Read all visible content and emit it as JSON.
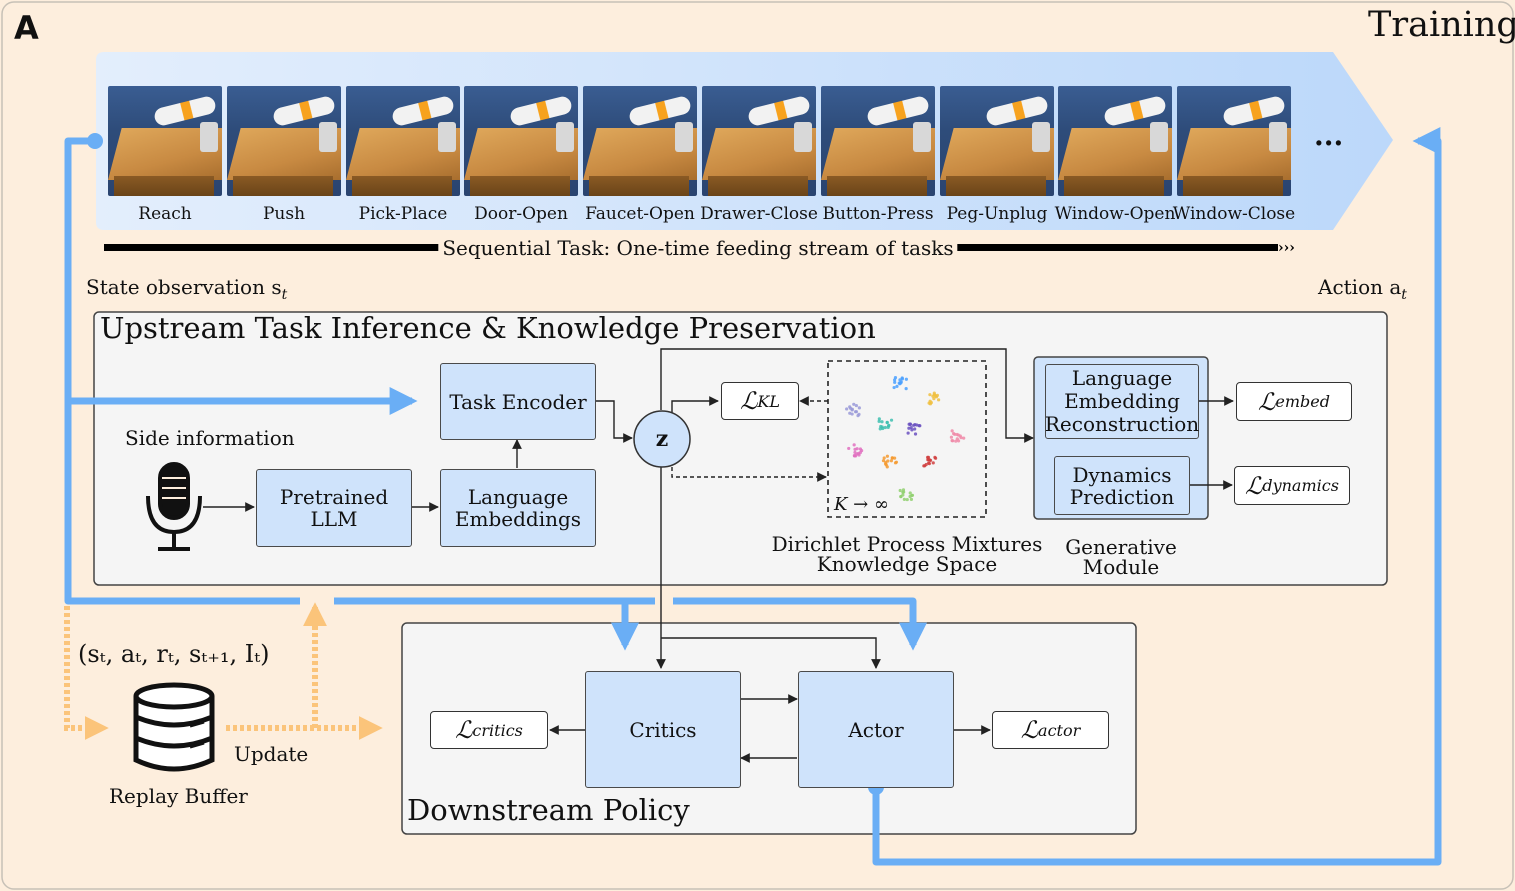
{
  "panel_letter": "A",
  "mode_label": "Training",
  "tasks": [
    "Reach",
    "Push",
    "Pick-Place",
    "Door-Open",
    "Faucet-Open",
    "Drawer-Close",
    "Button-Press",
    "Peg-Unplug",
    "Window-Open",
    "Window-Close"
  ],
  "ellipsis": "...",
  "sequence_label": "Sequential Task: One-time feeding stream of tasks",
  "state_obs": "State observation s",
  "state_sub": "t",
  "action_label": "Action a",
  "action_sub": "t",
  "upstream_title": "Upstream Task Inference & Knowledge Preservation",
  "side_info": "Side information",
  "llm": [
    "Pretrained",
    "LLM"
  ],
  "lang_emb": [
    "Language",
    "Embeddings"
  ],
  "task_encoder": "Task Encoder",
  "z_symbol": "z",
  "loss_kl": {
    "main": "ℒ",
    "sub": "KL"
  },
  "k_limit": "K → ∞",
  "dp_label": [
    "Dirichlet Process Mixtures",
    "Knowledge Space"
  ],
  "lang_recon": [
    "Language",
    "Embedding",
    "Reconstruction"
  ],
  "dyn_pred": [
    "Dynamics",
    "Prediction"
  ],
  "gen_module": [
    "Generative",
    "Module"
  ],
  "loss_embed": {
    "main": "ℒ",
    "sub": "embed"
  },
  "loss_dyn": {
    "main": "ℒ",
    "sub": "dynamics"
  },
  "transition": "(sₜ, aₜ, rₜ, sₜ₊₁, Iₜ)",
  "update": "Update",
  "replay": "Replay Buffer",
  "downstream_title": "Downstream Policy",
  "critics": "Critics",
  "actor": "Actor",
  "loss_critics": {
    "main": "ℒ",
    "sub": "critics"
  },
  "loss_actor": {
    "main": "ℒ",
    "sub": "actor"
  },
  "colors": {
    "blue_arrow": "#6aaef5",
    "orange_arrow": "#fbc47a",
    "box_fill": "#cfe3fb",
    "bg": "#fdeedd"
  },
  "scatter_colors": [
    "#4aa0ff",
    "#f0c040",
    "#9a9ad8",
    "#40c0b0",
    "#6a50c0",
    "#f08aa8",
    "#e070c0",
    "#f59a30",
    "#d04040",
    "#90d070"
  ]
}
